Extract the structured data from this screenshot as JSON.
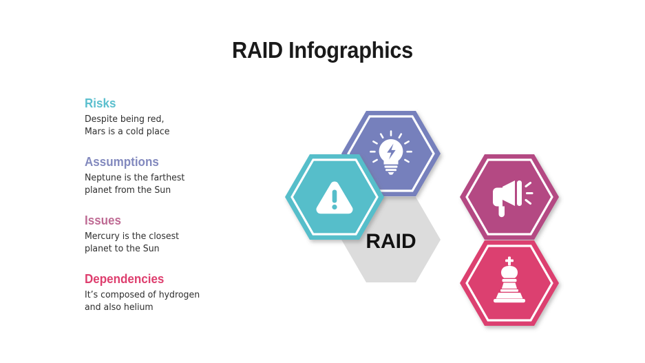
{
  "slide": {
    "title": "RAID Infographics",
    "background_color": "#FFFFFF"
  },
  "text_column": {
    "blocks": [
      {
        "heading": "Risks",
        "heading_color": "#5BBFCE",
        "body": "Despite being red,\nMars is a cold place"
      },
      {
        "heading": "Assumptions",
        "heading_color": "#8289BE",
        "body": "Neptune is the farthest\nplanet from the Sun"
      },
      {
        "heading": "Issues",
        "heading_color": "#BE6A93",
        "body": "Mercury is the closest\nplanet to the Sun"
      },
      {
        "heading": "Dependencies",
        "heading_color": "#DE3E6E",
        "body": "It’s composed of hydrogen\nand also helium"
      }
    ]
  },
  "diagram": {
    "center_label": "RAID",
    "center_color": "#DCDCDC",
    "center_text_color": "#111111",
    "nodes": [
      {
        "key": "risks",
        "icon": "warning-triangle-icon",
        "color": "#56BECA",
        "position": "left"
      },
      {
        "key": "assumptions",
        "icon": "lightbulb-idea-icon",
        "color": "#7680BC",
        "position": "top"
      },
      {
        "key": "issues",
        "icon": "megaphone-icon",
        "color": "#B44A83",
        "position": "right"
      },
      {
        "key": "dependencies",
        "icon": "chess-king-icon",
        "color": "#DC4070",
        "position": "bottom-right"
      }
    ]
  }
}
